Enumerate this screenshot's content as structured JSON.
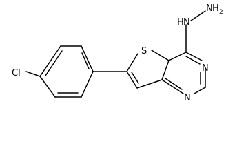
{
  "molecule": {
    "atoms": {
      "cl": "Cl",
      "s": "S",
      "n_ring_top": "N",
      "n_ring_bottom": "N",
      "hydrazine_nh": "N",
      "hydrazine_nh_h": "H",
      "hydrazine_nh2_n": "N",
      "hydrazine_nh2_h": "H",
      "hydrazine_nh2_sub": "2"
    },
    "colors": {
      "line": "#000000",
      "text": "#000000",
      "background": "#ffffff"
    }
  }
}
